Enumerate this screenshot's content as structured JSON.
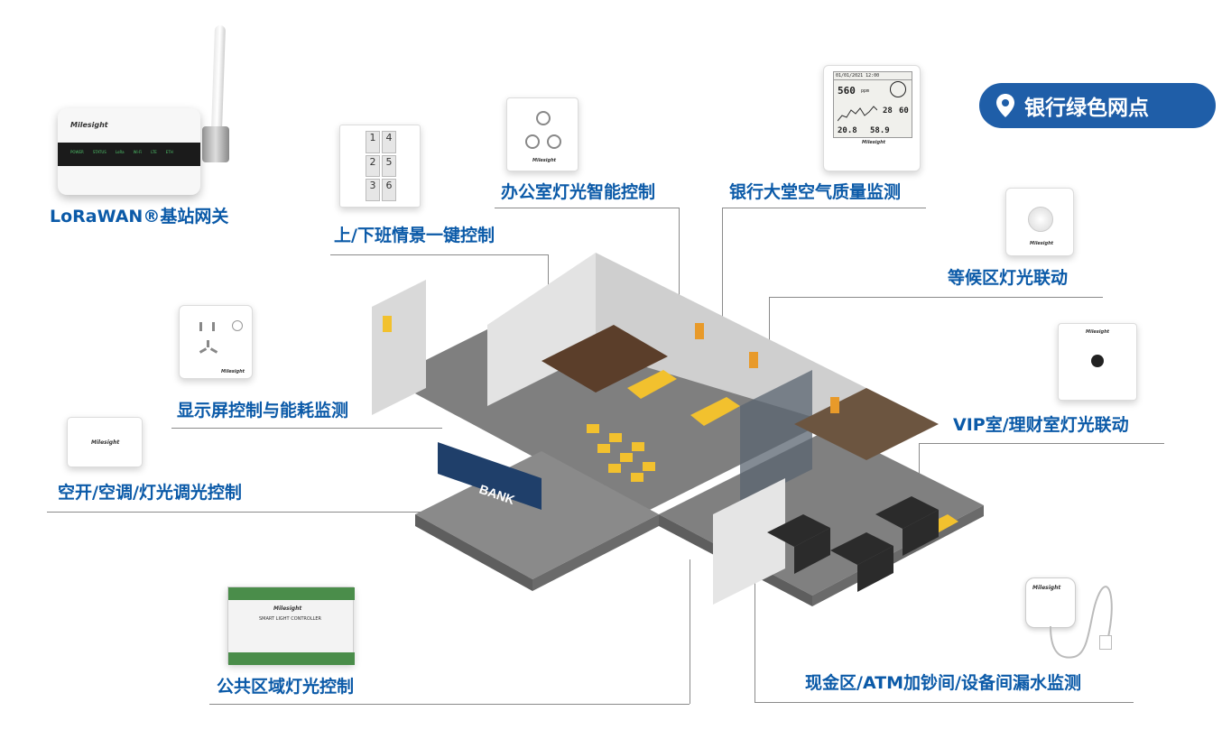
{
  "badge": {
    "text": "银行绿色网点",
    "icon": "location-pin-icon",
    "color": "#1f5ea8"
  },
  "brand": "Milesight",
  "labels": {
    "gateway": "LoRaWAN®基站网关",
    "scene_switch": "上/下班情景一键控制",
    "office_lighting": "办公室灯光智能控制",
    "air_quality": "银行大堂空气质量监测",
    "waiting_lighting": "等候区灯光联动",
    "display_energy": "显示屏控制与能耗监测",
    "vip_lighting": "VIP室/理财室灯光联动",
    "ac_lighting": "空开/空调/灯光调光控制",
    "public_lighting": "公共区域灯光控制",
    "cash_leak": "现金区/ATM加钞间/设备间漏水监测"
  },
  "devices": {
    "gateway_status": [
      "POWER",
      "STATUS",
      "LoRa",
      "Wi-Fi",
      "LTE",
      "ETH"
    ],
    "scene_panel_keys": [
      "1",
      "4",
      "2",
      "5",
      "3",
      "6"
    ],
    "controller_title": "SMART LIGHT CONTROLLER",
    "aq_display": {
      "date": "01/01/2021  12:00",
      "co2": "560",
      "unit": "ppm",
      "v1": "28",
      "v2": "60",
      "temp": "20.8",
      "humidity": "58.9"
    }
  },
  "scene": {
    "bank_sign": "BANK"
  },
  "colors": {
    "label": "#0b5aa8",
    "accent": "#f2c12e"
  }
}
